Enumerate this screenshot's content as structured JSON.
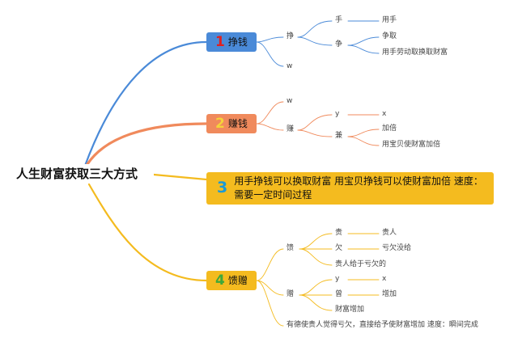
{
  "root": {
    "title": "人生财富获取三大方式"
  },
  "branch1": {
    "number": "1",
    "label": "挣钱",
    "zheng": "挣",
    "shou": "手",
    "yongshou": "用手",
    "zheng2": "争",
    "zhengqu": "争取",
    "detail": "用手劳动取换取财富",
    "w": "w"
  },
  "branch2": {
    "number": "2",
    "label": "赚钱",
    "w": "w",
    "zhuan": "赚",
    "y": "y",
    "x": "x",
    "jian": "兼",
    "jiabei": "加倍",
    "detail": "用宝贝使财富加倍"
  },
  "branch3": {
    "number": "3",
    "text": "用手挣钱可以换取财富 用宝贝挣钱可以使财富加倍 速度：需要一定时间过程"
  },
  "branch4": {
    "number": "4",
    "label": "馈赠",
    "kui": "馈",
    "gui": "贵",
    "guiren": "贵人",
    "qian": "欠",
    "kuiqian": "亏欠没给",
    "guiren_detail": "贵人给于亏欠的",
    "zeng": "赠",
    "y": "y",
    "x": "x",
    "ceng": "曾",
    "zengjia": "增加",
    "caifu": "财富增加",
    "summary": "有德使贵人觉得亏欠，直接给予使财富增加 速度：瞬间完成"
  },
  "colors": {
    "blue": "#4a8ad8",
    "orange": "#f08a5c",
    "yellow": "#f4bb1f"
  }
}
